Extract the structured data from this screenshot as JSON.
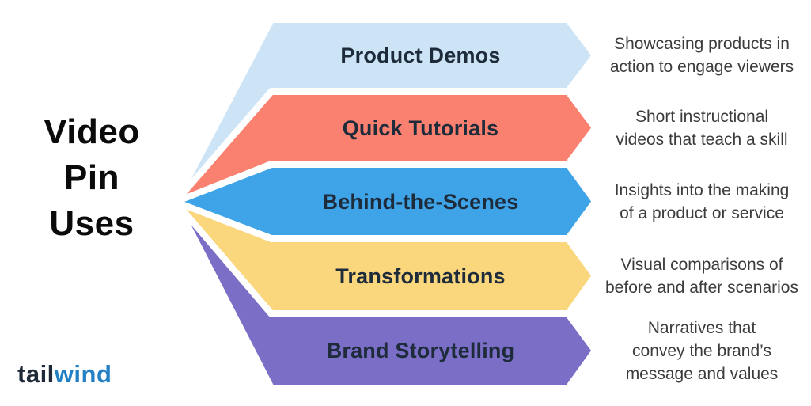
{
  "title": {
    "line1": "Video",
    "line2": "Pin",
    "line3": "Uses"
  },
  "banners": [
    {
      "label": "Product Demos",
      "description": "Showcasing products in action to engage viewers",
      "color": "#CDE4F7"
    },
    {
      "label": "Quick Tutorials",
      "description": "Short instructional videos that teach a skill",
      "color": "#FA8170"
    },
    {
      "label": "Behind-the-Scenes",
      "description": "Insights into the making of a product or service",
      "color": "#3FA3E8"
    },
    {
      "label": "Transformations",
      "description": "Visual comparisons of before and after scenarios",
      "color": "#FAD77C"
    },
    {
      "label": "Brand Storytelling",
      "description": "Narratives that convey the brand’s message and values",
      "color": "#7A6EC6"
    }
  ],
  "logo": {
    "part1": "tail",
    "part2": "wind"
  },
  "palette": {
    "label_text": "#1E2B3A",
    "description_text": "#3C3C3C",
    "title_text": "#0B0B0B",
    "logo_dark": "#1E2A38",
    "logo_blue": "#2380C5",
    "separator": "#FFFFFF"
  }
}
